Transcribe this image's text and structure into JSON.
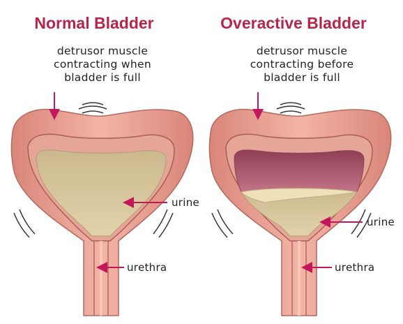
{
  "diagram": {
    "left_panel": {
      "title": "Normal Bladder",
      "caption": "detrusor muscle\ncontracting when\nbladder is full",
      "urine_label": "urine",
      "urethra_label": "urethra"
    },
    "right_panel": {
      "title": "Overactive Bladder",
      "caption": "detrusor muscle\ncontracting before\nbladder  is full",
      "urine_label": "urine",
      "urethra_label": "urethra"
    }
  },
  "colors": {
    "title": "#b8254a",
    "arrow": "#c2185b",
    "bladder_wall": "#e79a8e",
    "urine": "#d8c49a",
    "empty_space": "#a8546a"
  }
}
